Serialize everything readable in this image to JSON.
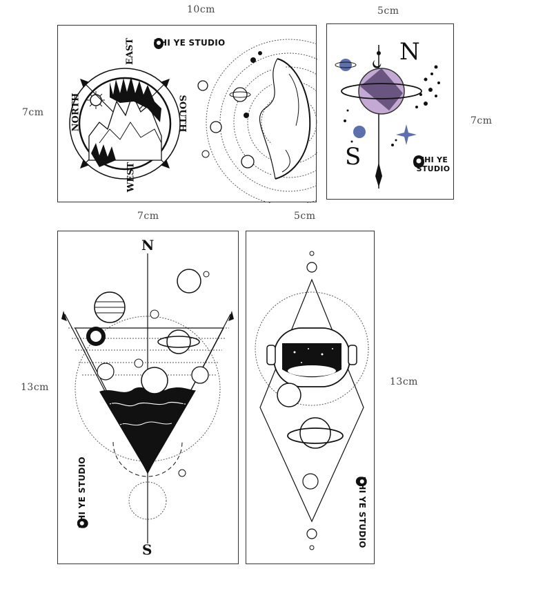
{
  "dimensions": {
    "card1_width": "10cm",
    "card1_height": "7cm",
    "card2_width": "5cm",
    "card2_height": "7cm",
    "card3_width": "7cm",
    "card3_height": "13cm",
    "card4_width": "5cm",
    "card4_height": "13cm"
  },
  "brand": {
    "name": "ZHI YE STUDIO",
    "line1": "ZHI YE",
    "line2": "STUDIO",
    "icon": "buddha-logo-icon"
  },
  "card1": {
    "north": "NORTH",
    "east": "EAST",
    "south": "SOUTH",
    "west": "WEST"
  },
  "card2": {
    "north": "N",
    "south": "S"
  },
  "card3": {
    "north": "N",
    "south": "S"
  },
  "colors": {
    "ink": "#111111",
    "border": "#333333",
    "planet_purple": "#b79ac8",
    "planet_blue": "#5e6fae"
  }
}
